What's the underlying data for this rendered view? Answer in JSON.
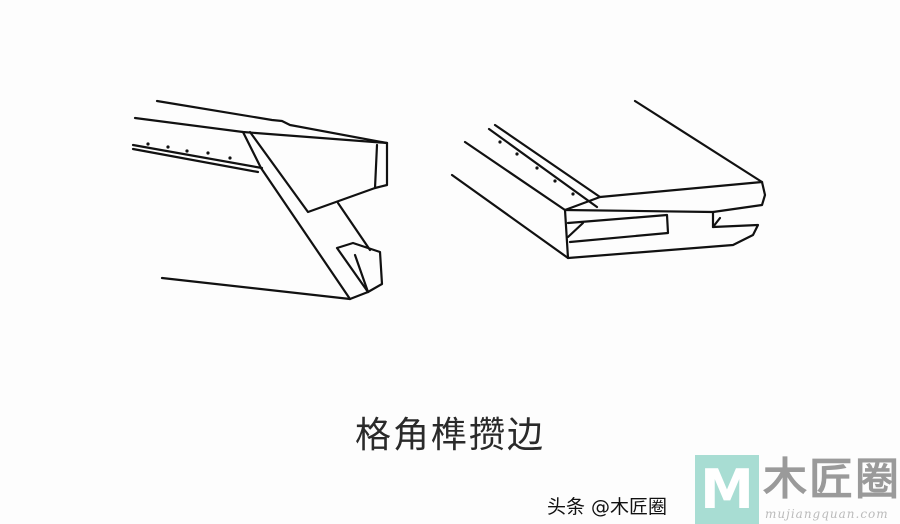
{
  "caption": "格角榫攒边",
  "watermark": {
    "logo_letter": "M",
    "logo_name": "木匠圈",
    "logo_url": "mujiangquan.com",
    "credit": "头条 @木匠圈",
    "logo_color": "#a8ddd3"
  },
  "line_color": "#111111"
}
